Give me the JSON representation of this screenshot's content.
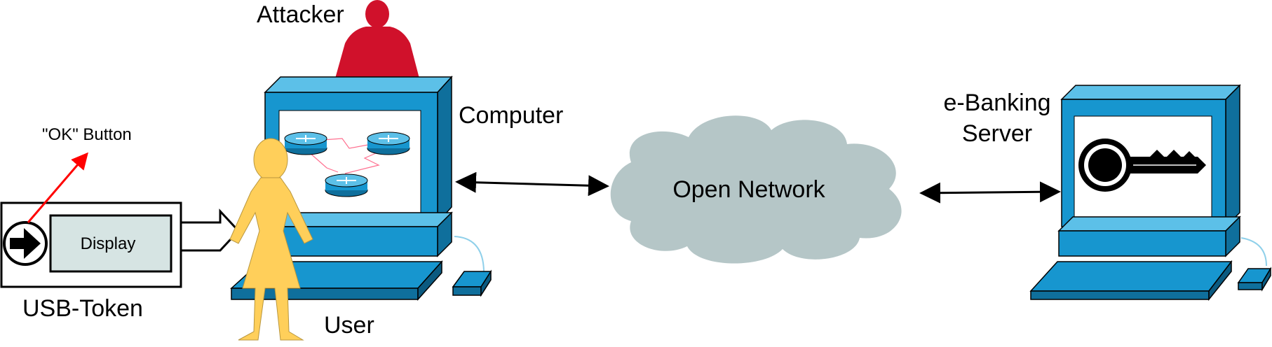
{
  "labels": {
    "attacker": "Attacker",
    "computer": "Computer",
    "ebanking_line1": "e-Banking",
    "ebanking_line2": "Server",
    "ok_button": "\"OK\" Button",
    "display": "Display",
    "usb_token": "USB-Token",
    "open_network": "Open Network",
    "user": "User"
  },
  "colors": {
    "monitor_front": "#1796cf",
    "monitor_side": "#0f6f9c",
    "monitor_top": "#5cc0e8",
    "attacker": "#d0112b",
    "user": "#ffcf5a",
    "cloud": "#b5c6c7",
    "display_fill": "#d6e4e3",
    "ok_arrow": "#ff0000"
  },
  "icons": [
    "router-icon",
    "key-icon",
    "arrow-right-icon",
    "person-icon",
    "cloud-icon",
    "mouse-icon"
  ]
}
